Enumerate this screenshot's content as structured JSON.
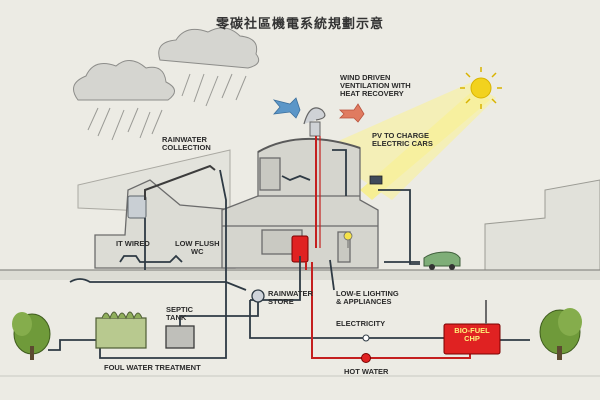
{
  "title": "零碳社區機電系統規劃示意",
  "labels": {
    "wind": [
      "WIND DRIVEN",
      "VENTILATION WITH",
      "HEAT RECOVERY"
    ],
    "pv": [
      "PV TO CHARGE",
      "ELECTRIC CARS"
    ],
    "rainwater_collection": [
      "RAINWATER",
      "COLLECTION"
    ],
    "it_wired": "IT WIRED",
    "low_flush": [
      "LOW FLUSH",
      "WC"
    ],
    "rainwater_store": [
      "RAINWATER",
      "STORE"
    ],
    "low_e": [
      "LOW-E LIGHTING",
      "& APPLIANCES"
    ],
    "septic": [
      "SEPTIC",
      "TANK"
    ],
    "electricity": "ELECTRICITY",
    "biofuel": [
      "BIO-FUEL",
      "CHP"
    ],
    "foul_water": "FOUL WATER TREATMENT",
    "hot_water": "HOT WATER"
  },
  "colors": {
    "background": "#ecebe4",
    "building": "#d9d9d2",
    "outline": "#6b6b6b",
    "pipe": "#2e3a44",
    "hot_water": "#c41f1f",
    "sun": "#f2d21e",
    "sunbeam": "#f7ee8a",
    "tree": "#6f9a3a",
    "car": "#7fae78",
    "biofuel_box": "#e02222",
    "biofuel_text": "#fff27a",
    "wind_arrow": "#5b96c8"
  }
}
